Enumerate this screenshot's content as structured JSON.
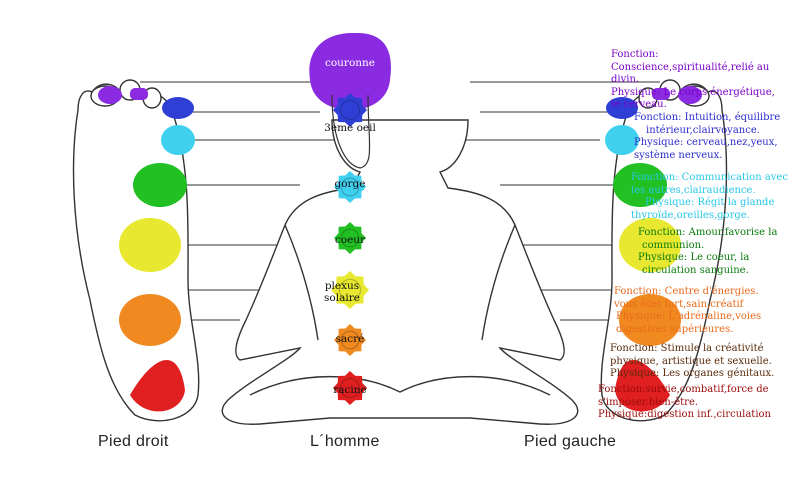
{
  "labels": {
    "left_foot": "Pied droit",
    "figure": "L´homme",
    "right_foot": "Pied gauche"
  },
  "chakras": [
    {
      "name": "couronne",
      "color": "#8a2be2"
    },
    {
      "name": "3eme oeil",
      "color": "#2f3fd6"
    },
    {
      "name": "gorge",
      "color": "#3fd0f0"
    },
    {
      "name": "coeur",
      "color": "#22c022"
    },
    {
      "name": "plexus solaire",
      "color": "#e8e830"
    },
    {
      "name": "sacré",
      "color": "#f08a20"
    },
    {
      "name": "racine",
      "color": "#e02020"
    }
  ],
  "descriptions": [
    {
      "color": "#7a00c8",
      "lines": [
        "Fonction:",
        "Conscience,spiritualité,relié au",
        "divin.",
        "Physique: Le corps énergétique,",
        "le cerveau."
      ]
    },
    {
      "color": "#2c2ccc",
      "lines": [
        "Fonction: Intuition, équilibre",
        "intérieur,clairvoyance.",
        "Physique: cerveau,nez,yeux,",
        "système nerveux."
      ]
    },
    {
      "color": "#28c8e8",
      "lines": [
        "Fonction: Communication avec",
        "les autres,clairaudience.",
        "Physique: Régit la glande",
        "thyroïde,oreilles,gorge."
      ]
    },
    {
      "color": "#0a7a0a",
      "lines": [
        "Fonction: Amour,favorise la",
        "communion.",
        "Physique: Le coeur, la",
        "circulation sanguine."
      ]
    },
    {
      "color": "#e86a1a",
      "lines": [
        "Fonction: Centre d'énergies.",
        "vous êtes fort,sain,créatif",
        "Physique: L'adrénaline,voies",
        "digestives supérieures."
      ]
    },
    {
      "color": "#5a2a0a",
      "lines": [
        "Fonction: Stimule la créativité",
        "physique, artistique et sexuelle.",
        "Physique: Les organes génitaux."
      ]
    },
    {
      "color": "#9a0a0a",
      "lines": [
        "Fonction:survie,combatif,force de",
        "s'imposer.bien-être.",
        "Physique:digestion inf.,circulation"
      ]
    }
  ]
}
